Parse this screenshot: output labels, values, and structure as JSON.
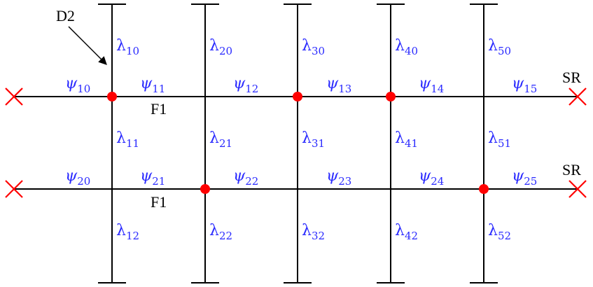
{
  "colors": {
    "line": "#000000",
    "label": "#2a2aff",
    "marker": "#ff0000"
  },
  "rows": [
    {
      "psi": [
        {
          "sym": "ψ",
          "sub": "10"
        },
        {
          "sym": "ψ",
          "sub": "11"
        },
        {
          "sym": "ψ",
          "sub": "12"
        },
        {
          "sym": "ψ",
          "sub": "13"
        },
        {
          "sym": "ψ",
          "sub": "14"
        },
        {
          "sym": "ψ",
          "sub": "15"
        }
      ],
      "fault_label": "F1",
      "end_label": "SR"
    },
    {
      "psi": [
        {
          "sym": "ψ",
          "sub": "20"
        },
        {
          "sym": "ψ",
          "sub": "21"
        },
        {
          "sym": "ψ",
          "sub": "22"
        },
        {
          "sym": "ψ",
          "sub": "23"
        },
        {
          "sym": "ψ",
          "sub": "24"
        },
        {
          "sym": "ψ",
          "sub": "25"
        }
      ],
      "fault_label": "F1",
      "end_label": "SR"
    }
  ],
  "columns": [
    {
      "lambda": [
        {
          "sym": "λ",
          "sub": "10"
        },
        {
          "sym": "λ",
          "sub": "11"
        },
        {
          "sym": "λ",
          "sub": "12"
        }
      ]
    },
    {
      "lambda": [
        {
          "sym": "λ",
          "sub": "20"
        },
        {
          "sym": "λ",
          "sub": "21"
        },
        {
          "sym": "λ",
          "sub": "22"
        }
      ]
    },
    {
      "lambda": [
        {
          "sym": "λ",
          "sub": "30"
        },
        {
          "sym": "λ",
          "sub": "31"
        },
        {
          "sym": "λ",
          "sub": "32"
        }
      ]
    },
    {
      "lambda": [
        {
          "sym": "λ",
          "sub": "40"
        },
        {
          "sym": "λ",
          "sub": "41"
        },
        {
          "sym": "λ",
          "sub": "42"
        }
      ]
    },
    {
      "lambda": [
        {
          "sym": "λ",
          "sub": "50"
        },
        {
          "sym": "λ",
          "sub": "51"
        },
        {
          "sym": "λ",
          "sub": "52"
        }
      ]
    }
  ],
  "defect_label": "D2",
  "dots": [
    [
      0,
      0
    ],
    [
      0,
      2
    ],
    [
      0,
      3
    ],
    [
      1,
      1
    ],
    [
      1,
      4
    ]
  ]
}
